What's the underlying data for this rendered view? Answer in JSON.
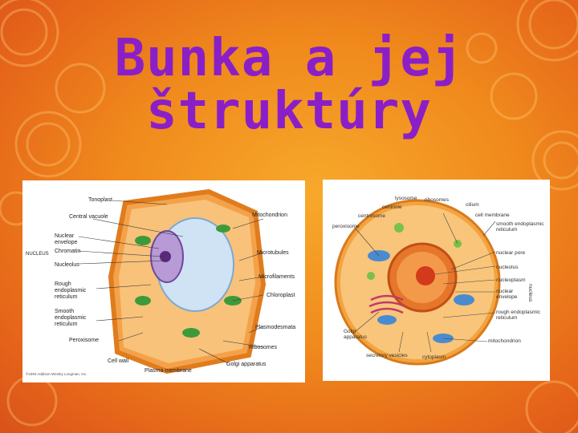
{
  "title": "Bunka a jej štruktúry",
  "colors": {
    "title": "#8a1fc8",
    "background": "#f08a1c"
  },
  "plant_cell": {
    "labels": {
      "tonoplast": "Tonoplast",
      "central_vacuole": "Central vacuole",
      "nuclear_envelope": "Nuclear envelope",
      "nucleus": "NUCLEUS",
      "chromatin": "Chromatin",
      "nucleolus": "Nucleolus",
      "rough_er": "Rough endoplasmic reticulum",
      "smooth_er": "Smooth endoplasmic reticulum",
      "peroxisome": "Peroxisome",
      "cell_wall": "Cell wall",
      "plasma_membrane": "Plasma membrane",
      "golgi": "Golgi apparatus",
      "ribosomes": "Ribosomes",
      "plasmodesmata": "Plasmodesmata",
      "chloroplast": "Chloroplast",
      "microfilaments": "Microfilaments",
      "microtubules": "Microtubules",
      "mitochondrion": "Mitochondrion",
      "copyright": "©1993 Addison-Wesley Longman, Inc."
    }
  },
  "animal_cell": {
    "labels": {
      "lysosome": "lysosome",
      "centriole": "centriole",
      "ribosomes": "ribosomes",
      "cilium": "cilium",
      "cell_membrane": "cell membrane",
      "centrosome": "centrosome",
      "peroxisome": "peroxisome",
      "smooth_er": "smooth endoplasmic reticulum",
      "nuclear_pore": "nuclear pore",
      "nucleolus": "nucleolus",
      "nucleoplasm": "nucleoplasm",
      "nuclear_envelope": "nuclear envelope",
      "nucleus": "nucleus",
      "rough_er": "rough endoplasmic reticulum",
      "golgi": "Golgi apparatus",
      "mitochondrion": "mitochondrion",
      "secretory_vesicles": "secretory vesicles",
      "cytoplasm": "cytoplasm"
    }
  }
}
